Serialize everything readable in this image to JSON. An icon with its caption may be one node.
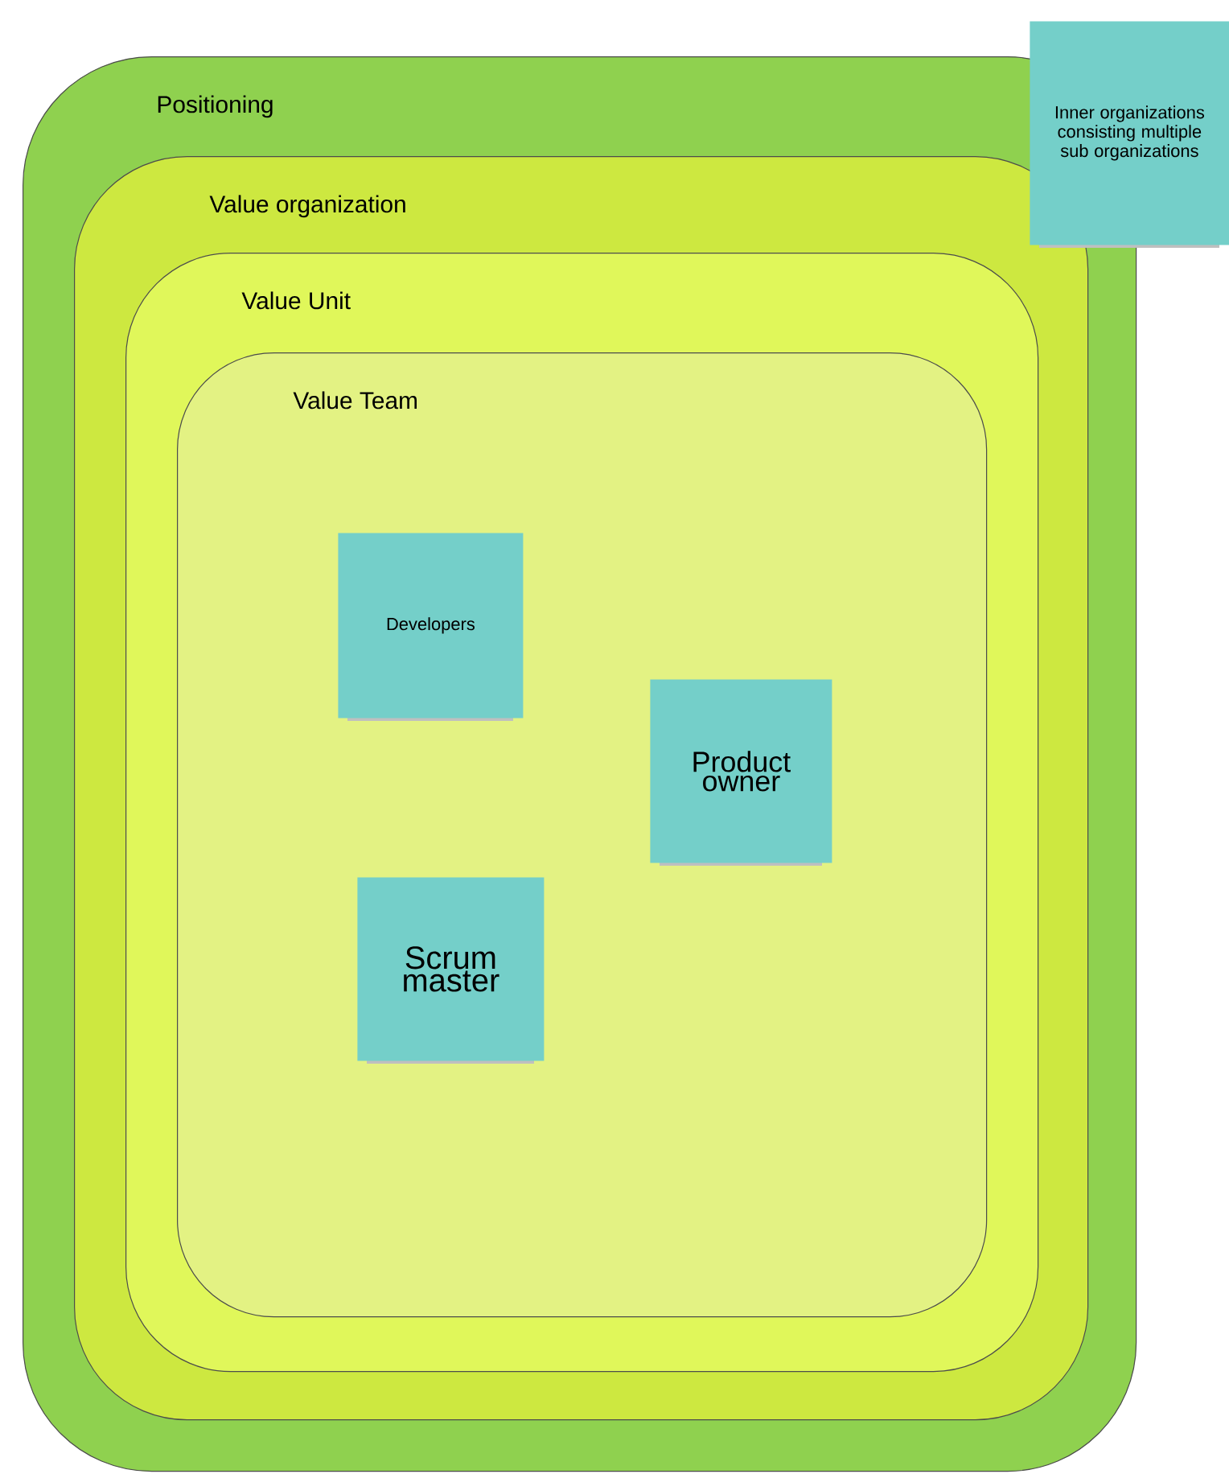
{
  "diagram": {
    "nodes": [
      {
        "text": [
          "Positioning"
        ]
      },
      {
        "text": [
          "Value organization"
        ],
        "in": 0
      },
      {
        "text": [
          "Value Unit"
        ],
        "in": 1
      },
      {
        "text": [
          "Value Team"
        ],
        "in": 2
      },
      {
        "text": [
          "Developers"
        ],
        "in": 3
      },
      {
        "text": [
          "Product owner"
        ],
        "in": 3
      },
      {
        "text": [
          "Scrum master"
        ],
        "in": 3
      },
      {
        "text": [
          "Inner organizations consisting multiple sub organizations"
        ]
      }
    ]
  }
}
